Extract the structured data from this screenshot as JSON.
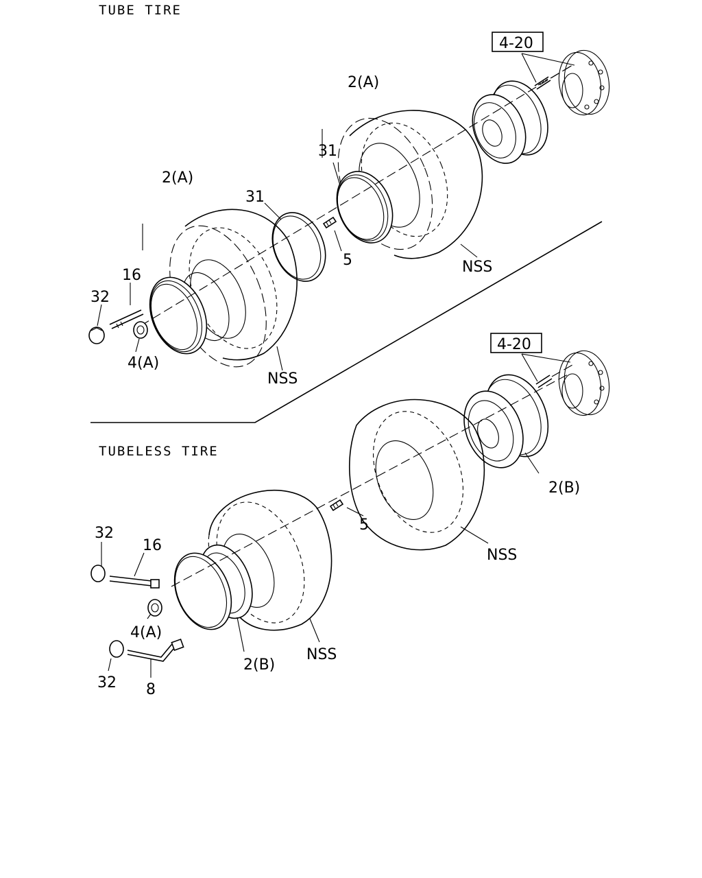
{
  "sections": {
    "tube_title": "TUBE TIRE",
    "tubeless_title": "TUBELESS TIRE"
  },
  "labels": {
    "ref_upper": "4-20",
    "ref_lower": "4-20",
    "tube_2a_rear": "2(A)",
    "tube_2a_front": "2(A)",
    "tube_31_rear": "31",
    "tube_31_front": "31",
    "tube_5": "5",
    "tube_nss_rear": "NSS",
    "tube_nss_front": "NSS",
    "tube_16": "16",
    "tube_32": "32",
    "tube_4a": "4(A)",
    "tl_2b_rear": "2(B)",
    "tl_5": "5",
    "tl_nss_rear": "NSS",
    "tl_32_top": "32",
    "tl_16": "16",
    "tl_4a": "4(A)",
    "tl_2b_front": "2(B)",
    "tl_nss_front": "NSS",
    "tl_32_bottom": "32",
    "tl_8": "8"
  }
}
